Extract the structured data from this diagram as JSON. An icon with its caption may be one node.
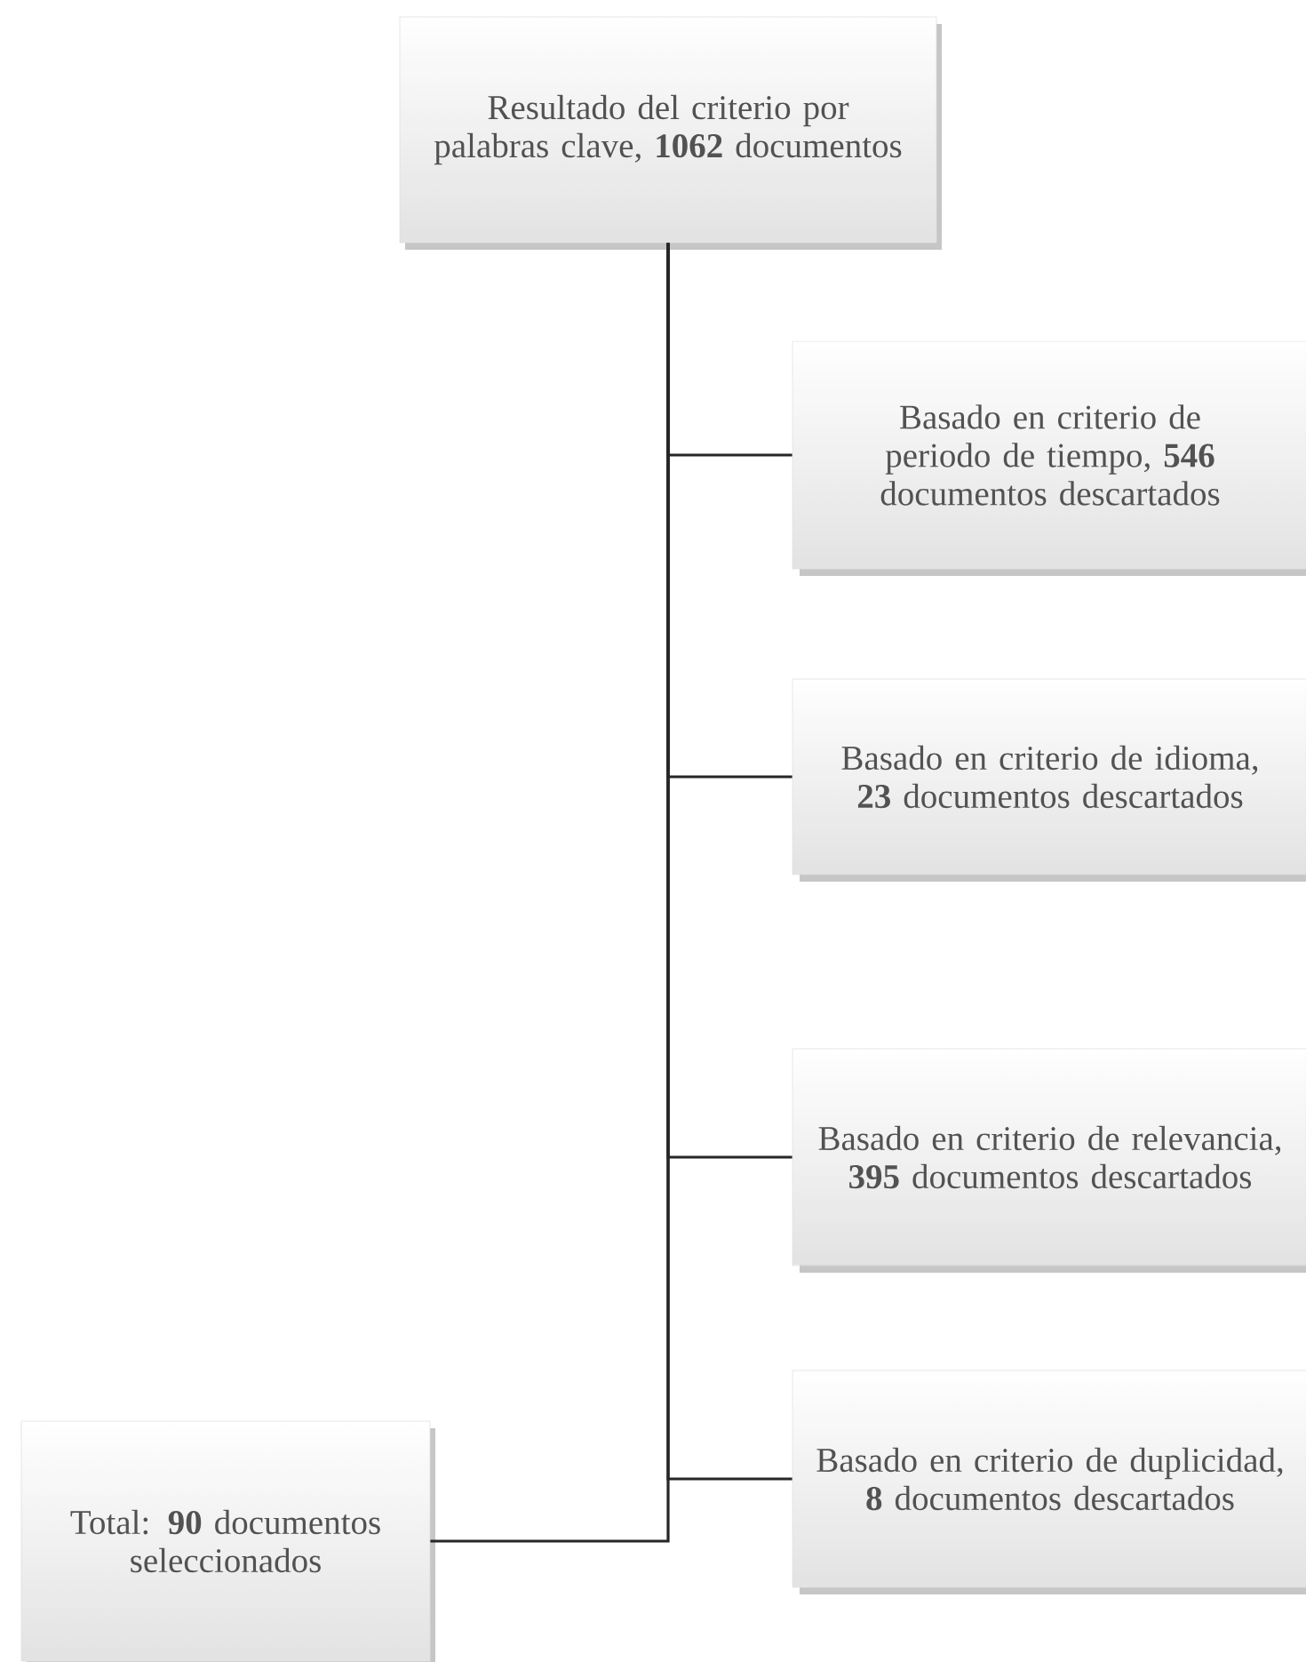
{
  "diagram": {
    "nodes": [
      {
        "text": [
          "Resultado del criterio por palabras clave, **1062** documentos"
        ]
      },
      {
        "text": [
          "Basado en criterio de periodo de tiempo, **546** documentos descartados"
        ]
      },
      {
        "text": [
          "Basado en criterio de idioma, **23** documentos descartados"
        ]
      },
      {
        "text": [
          "Basado en criterio de relevancia, **395** documentos descartados"
        ]
      },
      {
        "text": [
          "Basado en criterio de duplicidad, **8** documentos descartados"
        ]
      },
      {
        "text": [
          "Total: **90** documentos seleccionados"
        ]
      }
    ],
    "edges": [
      {
        "from": 0,
        "to": 1,
        "arrow": "none"
      },
      {
        "from": 0,
        "to": 2,
        "arrow": "none"
      },
      {
        "from": 0,
        "to": 3,
        "arrow": "none"
      },
      {
        "from": 0,
        "to": 4,
        "arrow": "none"
      },
      {
        "from": 0,
        "to": 5,
        "arrow": "none"
      }
    ]
  }
}
